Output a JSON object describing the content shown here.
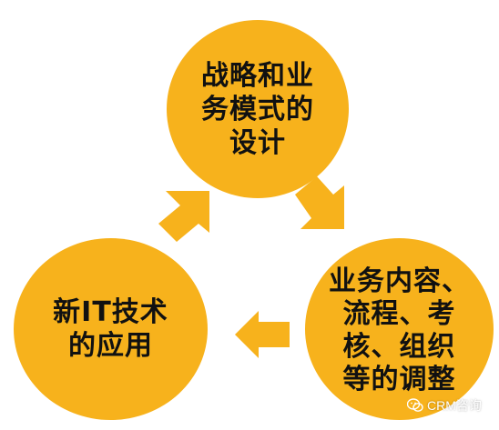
{
  "diagram": {
    "nodes": {
      "top": "战略和业\n务模式的\n设计",
      "right": "业务内容、\n流程、考\n核、组织\n等的调整",
      "left": "新IT技术\n的应用"
    },
    "arrows": [
      {
        "from": "top",
        "to": "right"
      },
      {
        "from": "right",
        "to": "left"
      },
      {
        "from": "left",
        "to": "top"
      }
    ]
  },
  "watermark": {
    "text": "CRM咨询"
  },
  "colors": {
    "circle": "#f7b21c",
    "text": "#111111",
    "background": "#ffffff"
  }
}
